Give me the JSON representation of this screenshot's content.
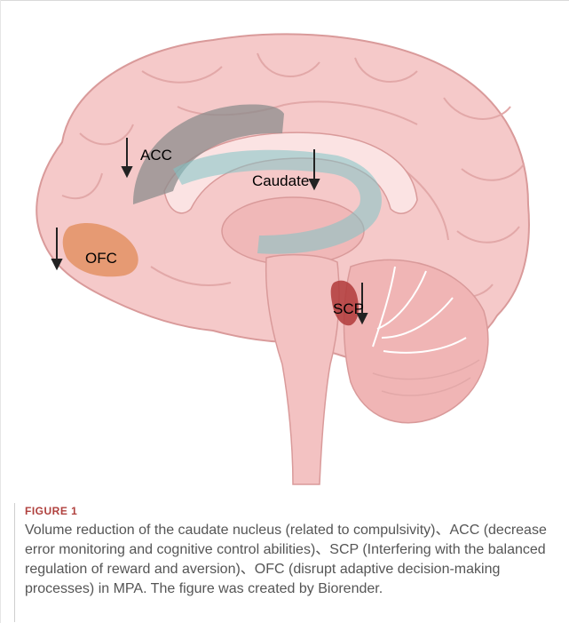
{
  "figure": {
    "labels": {
      "acc": "ACC",
      "caudate": "Caudate",
      "ofc": "OFC",
      "scp": "SCP"
    },
    "colors": {
      "brain": "#f5c9c9",
      "brain_outline": "#d99a9a",
      "acc_band": "#8c8c8c",
      "caudate_band": "#7fc4c6",
      "ofc_region": "#e08a55",
      "scp_region": "#b03a3a",
      "arrow": "#222222"
    }
  },
  "caption": {
    "label": "FIGURE 1",
    "text": "Volume reduction of the caudate nucleus (related to compulsivity)、ACC (decrease error monitoring and cognitive control abilities)、SCP (Interfering with the balanced regulation of reward and aversion)、OFC (disrupt adaptive decision-making processes) in MPA. The figure was created by Biorender."
  }
}
